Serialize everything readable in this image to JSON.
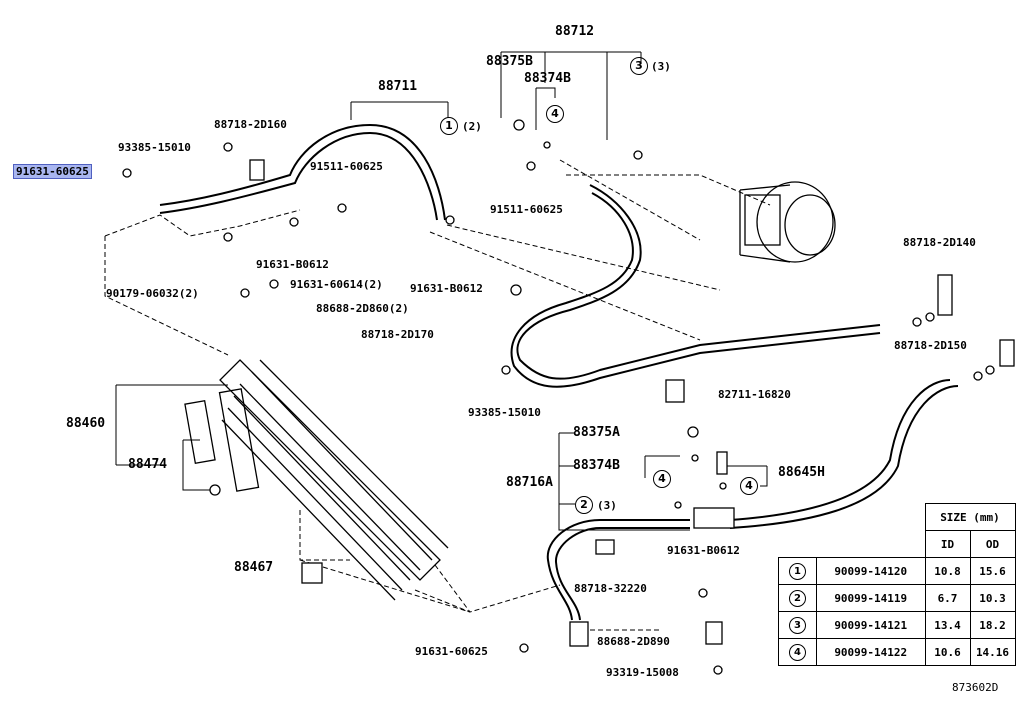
{
  "diagram_id": "873602D",
  "highlighted_part": "91631-60625",
  "labels": {
    "p88712": "88712",
    "p88375B": "88375B",
    "p88374B": "88374B",
    "p3a": "(3)",
    "p88711": "88711",
    "p1a": "(2)",
    "p88718_2D160": "88718-2D160",
    "p93385_15010a": "93385-15010",
    "p91631_60625a": "91631-60625",
    "p91511_60625a": "91511-60625",
    "p91511_60625b": "91511-60625",
    "p91631_B0612a": "91631-B0612",
    "p90179": "90179-06032(2)",
    "p91631_60614": "91631-60614(2)",
    "p88688_2D860": "88688-2D860(2)",
    "p91631_B0612b": "91631-B0612",
    "p88718_2D170": "88718-2D170",
    "p93385_15010b": "93385-15010",
    "p88718_2D140": "88718-2D140",
    "p88718_2D150": "88718-2D150",
    "p82711": "82711-16820",
    "p88460": "88460",
    "p88474": "88474",
    "p88375A": "88375A",
    "p88374B_2": "88374B",
    "p88645H": "88645H",
    "p88716A": "88716A",
    "p2a": "(3)",
    "p88467": "88467",
    "p91631_B0612c": "91631-B0612",
    "p88718_32220": "88718-32220",
    "p91631_60625b": "91631-60625",
    "p88688_2D890": "88688-2D890",
    "p93319": "93319-15008"
  },
  "circles": {
    "c3": "3",
    "c4a": "4",
    "c1": "1",
    "c4b": "4",
    "c4c": "4",
    "c2": "2"
  },
  "size_table": {
    "header_size": "SIZE (mm)",
    "header_id": "ID",
    "header_od": "OD",
    "rows": [
      {
        "num": "1",
        "part": "90099-14120",
        "id": "10.8",
        "od": "15.6"
      },
      {
        "num": "2",
        "part": "90099-14119",
        "id": "6.7",
        "od": "10.3"
      },
      {
        "num": "3",
        "part": "90099-14121",
        "id": "13.4",
        "od": "18.2"
      },
      {
        "num": "4",
        "part": "90099-14122",
        "id": "10.6",
        "od": "14.16"
      }
    ]
  }
}
